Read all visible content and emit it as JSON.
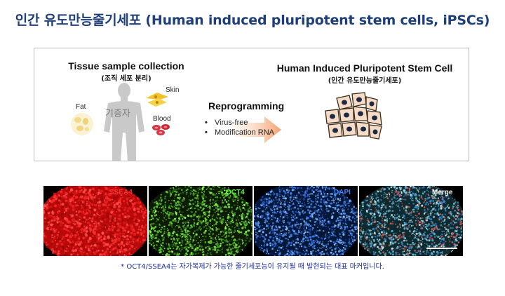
{
  "title": "인간 유도만능줄기세포 (Human induced pluripotent stem cells, iPSCs)",
  "tissue": {
    "heading": "Tissue sample collection",
    "subheading": "(조직 세포 분리)",
    "donor_label": "기증자",
    "fat_label": "Fat",
    "skin_label": "Skin",
    "blood_label": "Blood"
  },
  "reprogramming": {
    "heading": "Reprogramming",
    "bullets": [
      "Virus-free",
      "Modification  RNA"
    ]
  },
  "ipsc": {
    "heading": "Human Induced Pluripotent Stem Cell",
    "subheading": "(인간 유도만능줄기세포)"
  },
  "stains": [
    {
      "label": "SSEA4",
      "color": "#ff3030"
    },
    {
      "label": "OCT4",
      "color": "#5cff3a"
    },
    {
      "label": "DAPI",
      "color": "#3a86ff"
    },
    {
      "label": "Merge",
      "color": "#ffffff"
    }
  ],
  "footnote": "* OCT4/SSEA4는 자가복제가 가능한 줄기세포능이 유지될 때 발현되는 대표 마커입니다."
}
